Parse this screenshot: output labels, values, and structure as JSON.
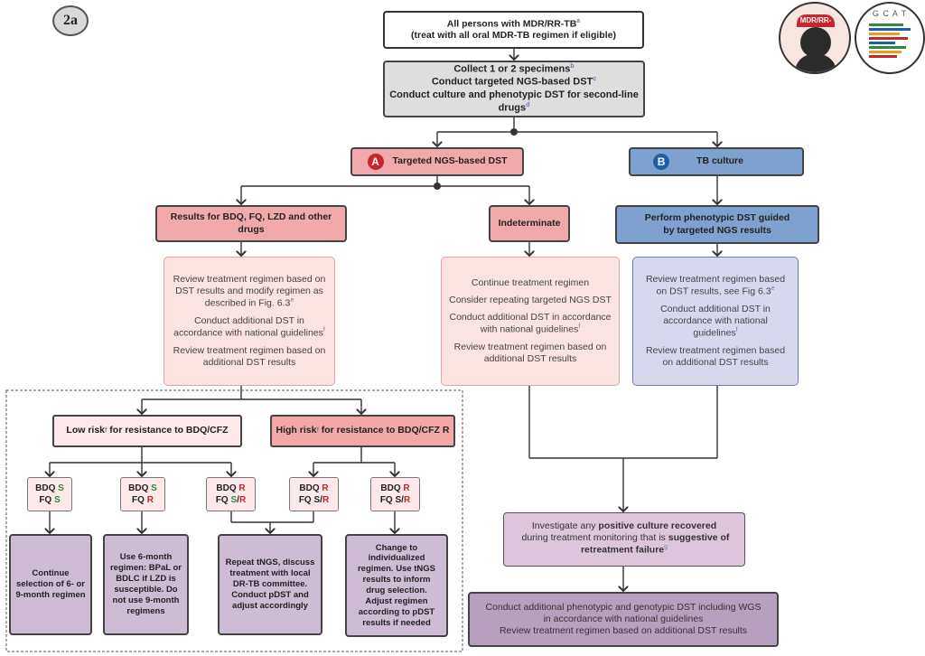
{
  "badge": "2a",
  "logos": {
    "mdr_text": "MDR/RR-TB",
    "gcat_text": "G C A T"
  },
  "start": {
    "line1": "All persons with MDR/RR-TB",
    "sup1": "a",
    "line2": "(treat with all oral MDR-TB regimen if eligible)"
  },
  "collect": {
    "line1": "Collect 1 or 2 specimens",
    "sup1": "b",
    "line2": "Conduct targeted NGS-based DST",
    "sup2": "c",
    "line3": "Conduct culture and phenotypic DST for second-line drugs",
    "sup3": "d"
  },
  "branch_a": {
    "letter": "A",
    "label": "Targeted NGS-based DST",
    "color": "#c9252c"
  },
  "branch_b": {
    "letter": "B",
    "label": "TB culture",
    "color": "#1f5ea8"
  },
  "results": {
    "label": "Results for BDQ, FQ, LZD and other drugs"
  },
  "indeterminate": {
    "label": "Indeterminate"
  },
  "pdst": {
    "line1": "Perform phenotypic DST guided",
    "line2": "by targeted NGS results"
  },
  "review_a": {
    "p1": "Review treatment regimen based on DST results and modify regimen as described in Fig. 6.3",
    "p1_sup": "e",
    "p2": "Conduct additional DST in accordance with national guidelines",
    "p2_sup": "f",
    "p3": "Review treatment regimen based on additional DST results"
  },
  "indet_box": {
    "p1": "Continue treatment regimen",
    "p2": "Consider repeating targeted NGS DST",
    "p3": "Conduct additional DST in accordance with national guidelines",
    "p3_sup": "f",
    "p4": "Review treatment regimen based on additional DST results"
  },
  "review_b": {
    "p1": "Review treatment regimen based on DST results, see Fig 6.3",
    "p1_sup": "e",
    "p2": "Conduct additional DST in accordance with national guidelines",
    "p2_sup": "f",
    "p3": "Review treatment regimen based on additional DST results"
  },
  "low_risk": {
    "pre": "Low risk",
    "sup": "f",
    "post": " for resistance to BDQ/CFZ"
  },
  "high_risk": {
    "pre": "High risk",
    "sup": "f",
    "post": " for resistance to BDQ/CFZ R"
  },
  "combos": [
    {
      "bdq_label": "BDQ ",
      "bdq": "S",
      "fq_label": "FQ ",
      "fq": "S"
    },
    {
      "bdq_label": "BDQ ",
      "bdq": "S",
      "fq_label": "FQ ",
      "fq": "R"
    },
    {
      "bdq_label": "BDQ ",
      "bdq": "R",
      "fq_label": "FQ ",
      "fq_s": "S",
      "slash": "/",
      "fq_r": "R"
    },
    {
      "bdq_label": "BDQ ",
      "bdq": "R",
      "fq_label": "FQ ",
      "fq_s": "S",
      "slash": "/",
      "fq_r": "R"
    },
    {
      "bdq_label": "BDQ ",
      "bdq": "R",
      "fq_label": "FQ ",
      "fq_s": "S",
      "slash": "/",
      "fq_r": "R"
    }
  ],
  "outcomes": [
    "Continue selection of 6- or 9-month regimen",
    "Use 6-month regimen: BPaL or BDLC if LZD is susceptible. Do not use 9-month regimens",
    "Repeat tNGS, discuss treatment with local DR-TB committee. Conduct pDST and adjust accordingly",
    "Change to individualized regimen. Use tNGS results to inform drug selection. Adjust regimen according to pDST results if needed"
  ],
  "investigate": {
    "t1": "Investigate any ",
    "b1": "positive culture recovered",
    "t2": " during treatment monitoring that is ",
    "b2": "suggestive of retreatment failure",
    "sup": "g"
  },
  "final": {
    "l1": "Conduct additional phenotypic and genotypic DST including WGS",
    "l2": "in accordance with national guidelines",
    "l3": "Review treatment regimen based on additional DST results"
  }
}
